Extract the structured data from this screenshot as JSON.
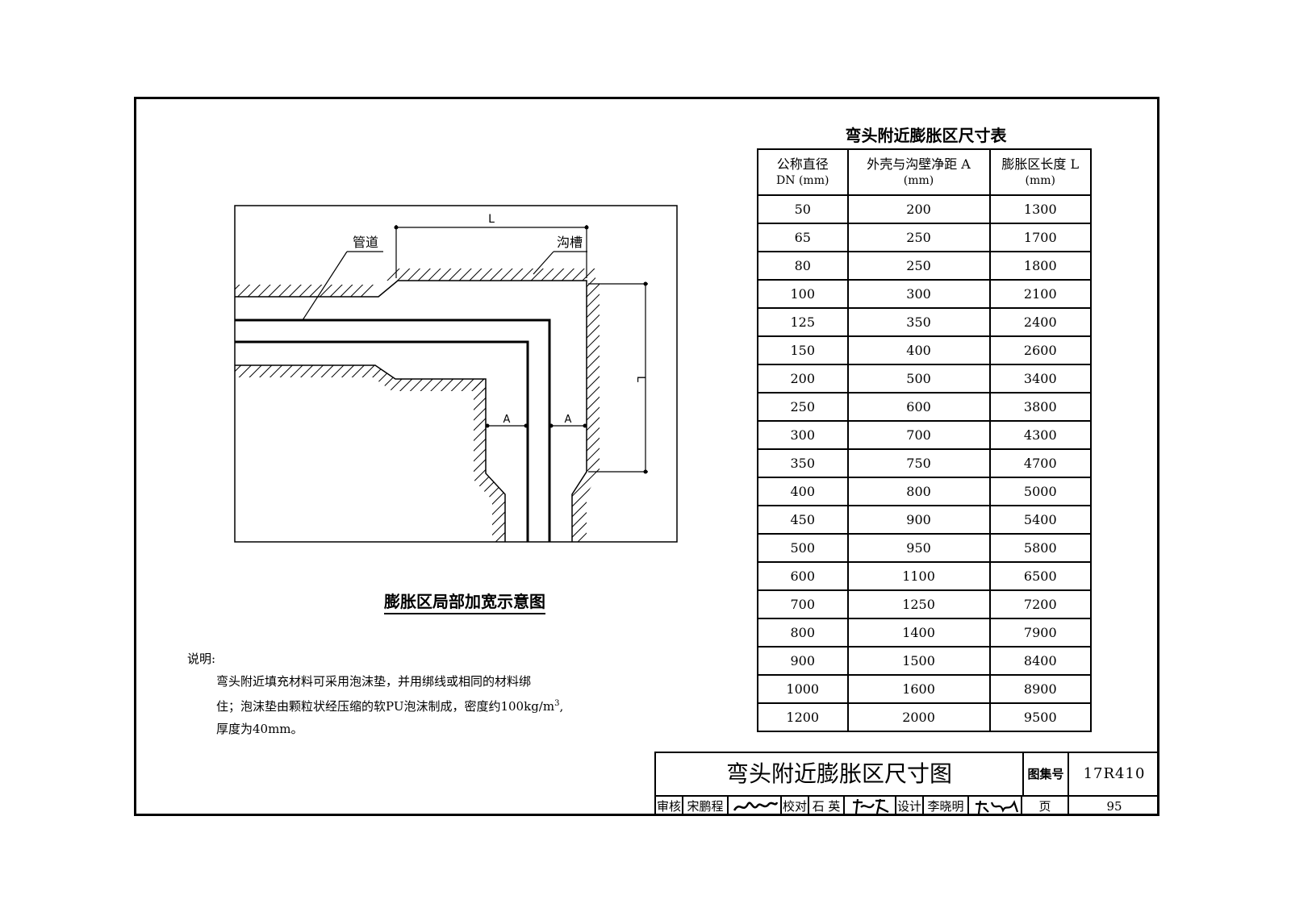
{
  "drawing": {
    "label_pipe": "管道",
    "label_trench": "沟槽",
    "dim_L_top": "L",
    "dim_L_right": "L",
    "dim_A_left": "A",
    "dim_A_right": "A",
    "caption": "膨胀区局部加宽示意图"
  },
  "table": {
    "title": "弯头附近膨胀区尺寸表",
    "headers": [
      {
        "line1": "公称直径",
        "line2": "DN (mm)"
      },
      {
        "line1": "外壳与沟壁净距 A",
        "line2": "(mm)"
      },
      {
        "line1": "膨胀区长度 L",
        "line2": "(mm)"
      }
    ],
    "rows": [
      [
        "50",
        "200",
        "1300"
      ],
      [
        "65",
        "250",
        "1700"
      ],
      [
        "80",
        "250",
        "1800"
      ],
      [
        "100",
        "300",
        "2100"
      ],
      [
        "125",
        "350",
        "2400"
      ],
      [
        "150",
        "400",
        "2600"
      ],
      [
        "200",
        "500",
        "3400"
      ],
      [
        "250",
        "600",
        "3800"
      ],
      [
        "300",
        "700",
        "4300"
      ],
      [
        "350",
        "750",
        "4700"
      ],
      [
        "400",
        "800",
        "5000"
      ],
      [
        "450",
        "900",
        "5400"
      ],
      [
        "500",
        "950",
        "5800"
      ],
      [
        "600",
        "1100",
        "6500"
      ],
      [
        "700",
        "1250",
        "7200"
      ],
      [
        "800",
        "1400",
        "7900"
      ],
      [
        "900",
        "1500",
        "8400"
      ],
      [
        "1000",
        "1600",
        "8900"
      ],
      [
        "1200",
        "2000",
        "9500"
      ]
    ]
  },
  "notes": {
    "heading": "说明:",
    "line1": "弯头附近填充材料可采用泡沫垫，并用绑线或相同的材料绑",
    "line2_a": "住；泡沫垫由颗粒状经压缩的软PU泡沫制成，密度约100kg/m",
    "line2_sup": "3",
    "line2_b": ",",
    "line3": "厚度为40mm。"
  },
  "title_block": {
    "title": "弯头附近膨胀区尺寸图",
    "atlas_label": "图集号",
    "atlas_no": "17R410",
    "review_label": "审核",
    "reviewer": "宋鹏程",
    "check_label": "校对",
    "checker": "石 英",
    "design_label": "设计",
    "designer": "李晓明",
    "page_label": "页",
    "page_no": "95"
  }
}
